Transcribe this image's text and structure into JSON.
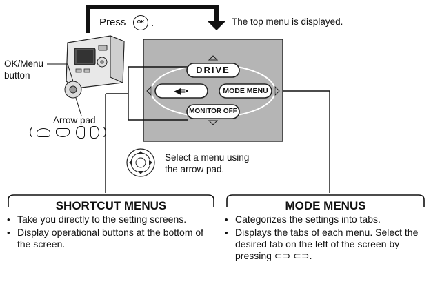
{
  "top": {
    "press_label": "Press",
    "press_suffix": ".",
    "ok_symbol": "OK",
    "top_menu_caption": "The top menu is displayed."
  },
  "camera": {
    "ok_menu_label": "OK/Menu\nbutton",
    "arrow_pad_label": "Arrow pad"
  },
  "screen": {
    "drive_tab": "DRIVE",
    "shortcut_tab_glyph": "◀≡•",
    "mode_menu_tab": "MODE MENU",
    "monitor_off_tab": "MONITOR OFF"
  },
  "instruction": "Select a menu using\nthe arrow pad.",
  "shortcut_menus": {
    "heading": "SHORTCUT MENUS",
    "bullets": [
      "Take you directly to the setting screens.",
      "Display operational buttons at the bottom of the screen."
    ]
  },
  "mode_menus": {
    "heading": "MODE MENUS",
    "bullets": [
      "Categorizes the settings into tabs.",
      "Displays the tabs of each menu. Select the desired tab on the left of the screen by pressing ⊂⊃ ⊂⊃."
    ]
  }
}
